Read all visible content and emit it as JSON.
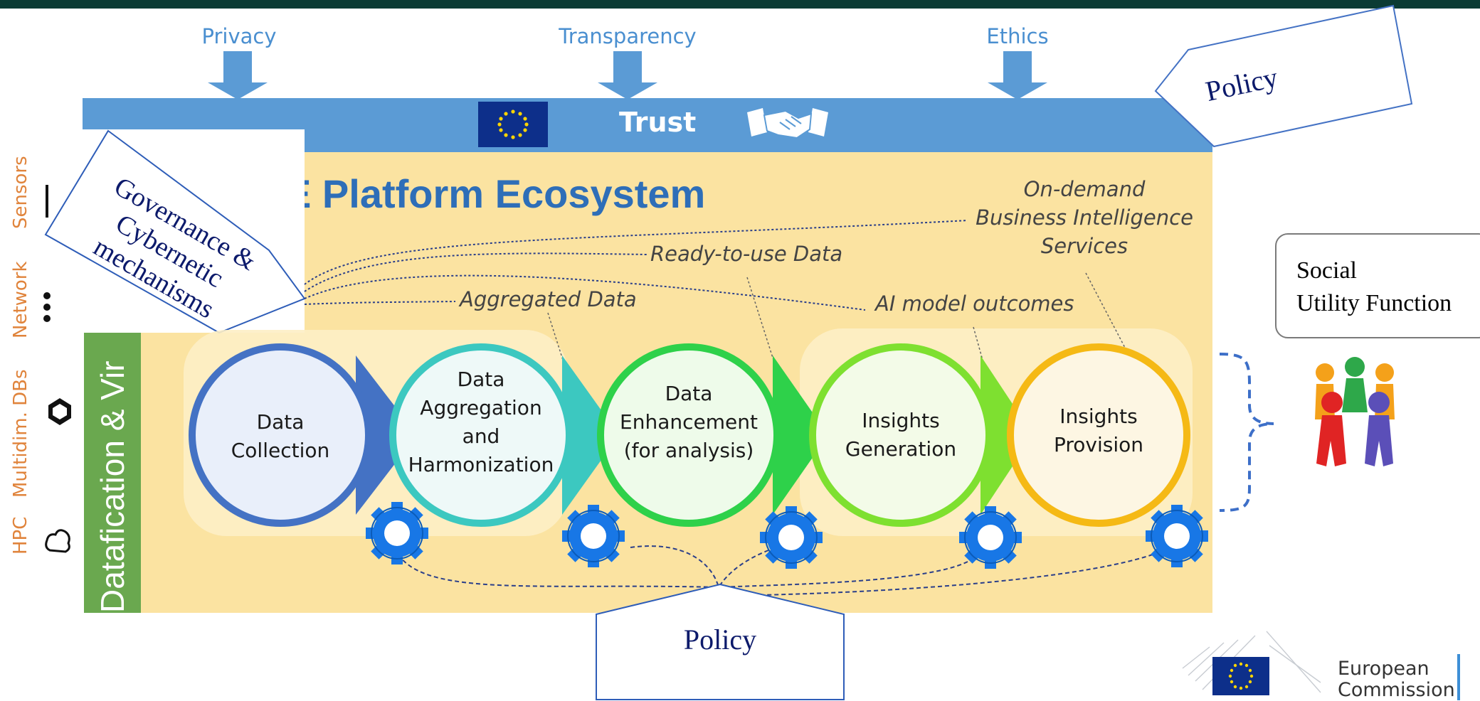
{
  "pillars": [
    "Privacy",
    "Transparency",
    "Ethics"
  ],
  "trust_label": "Trust",
  "policy_top": "Policy",
  "policy_bottom": "Policy",
  "ecosystem_title": "E Platform Ecosystem",
  "datafication_label": "Datafication & Vir",
  "governance": {
    "line1": "Governance &",
    "line2": "Cybernetic",
    "line3": "mechanisms"
  },
  "left_resources": [
    "Sensors",
    "Network",
    "Multidim. DBs",
    "HPC"
  ],
  "stages": [
    {
      "lines": [
        "Data",
        "Collection"
      ],
      "color": "#4472c4",
      "fill": "#e9effa"
    },
    {
      "lines": [
        "Data",
        "Aggregation",
        "and",
        "Harmonization"
      ],
      "color": "#3cc8c0",
      "fill": "#eef9f8"
    },
    {
      "lines": [
        "Data",
        "Enhancement",
        "(for analysis)"
      ],
      "color": "#2ed14a",
      "fill": "#eefbea"
    },
    {
      "lines": [
        "Insights",
        "Generation"
      ],
      "color": "#7ee030",
      "fill": "#f3fbe8"
    },
    {
      "lines": [
        "Insights",
        "Provision"
      ],
      "color": "#f5b915",
      "fill": "#fdf6e3"
    }
  ],
  "outputs": {
    "aggregated": "Aggregated Data",
    "ready": "Ready-to-use Data",
    "ai": "AI model outcomes",
    "bi": [
      "On-demand",
      "Business Intelligence",
      "Services"
    ]
  },
  "social_utility": [
    "Social",
    "Utility Function"
  ],
  "footer_logo": [
    "European",
    "Commission"
  ],
  "colors": {
    "trust_bar": "#5b9bd5",
    "ecosystem_bg": "#fbe3a1",
    "datafication_bar": "#6aa84f",
    "gear": "#1877e6",
    "title": "#2e6eb8"
  }
}
